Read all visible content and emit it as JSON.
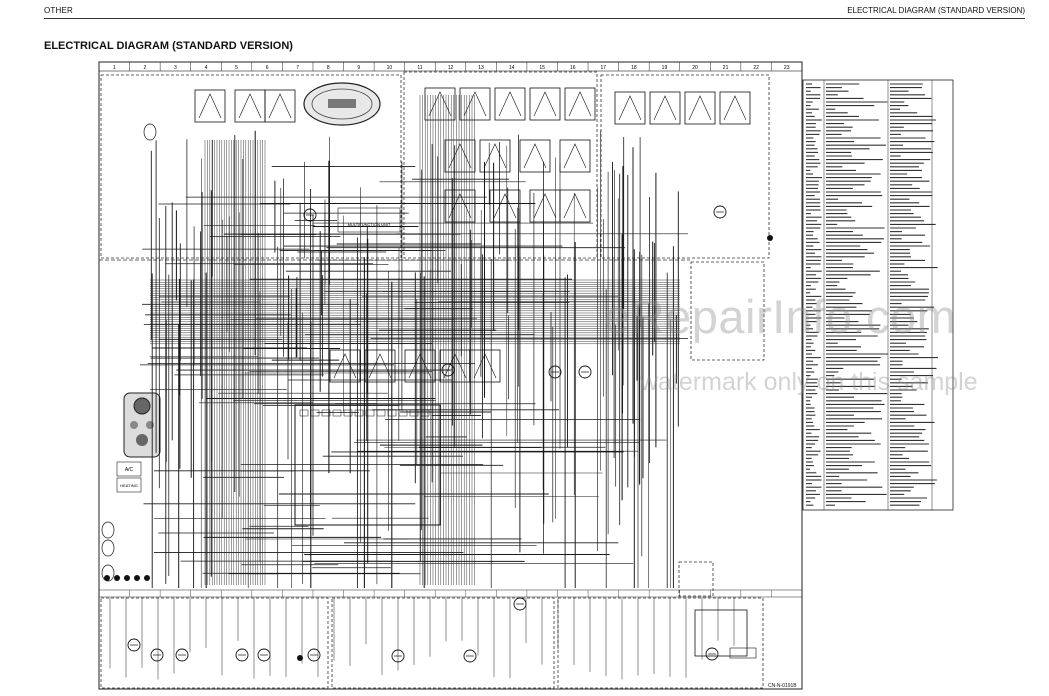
{
  "header": {
    "section": "OTHER",
    "doc_title": "ELECTRICAL DIAGRAM (STANDARD VERSION)"
  },
  "page_title": "ELECTRICAL DIAGRAM (STANDARD VERSION)",
  "grid_columns": [
    "1",
    "2",
    "3",
    "4",
    "5",
    "6",
    "7",
    "8",
    "9",
    "10",
    "11",
    "12",
    "13",
    "14",
    "15",
    "16",
    "17",
    "18",
    "19",
    "20",
    "21",
    "22",
    "23"
  ],
  "panels": {
    "multifunction_unit": "MULTIFUNCTION UNIT",
    "ac_unit": "A/C",
    "heating": "HEATING"
  },
  "watermark": {
    "site": "eRepairInfo.com",
    "note": "watermark only on this sample"
  },
  "drawing_code": "CN-N-0191B",
  "colors": {
    "ink": "#1a1a1a",
    "paper": "#ffffff",
    "watermark": "#8c8c8c"
  }
}
